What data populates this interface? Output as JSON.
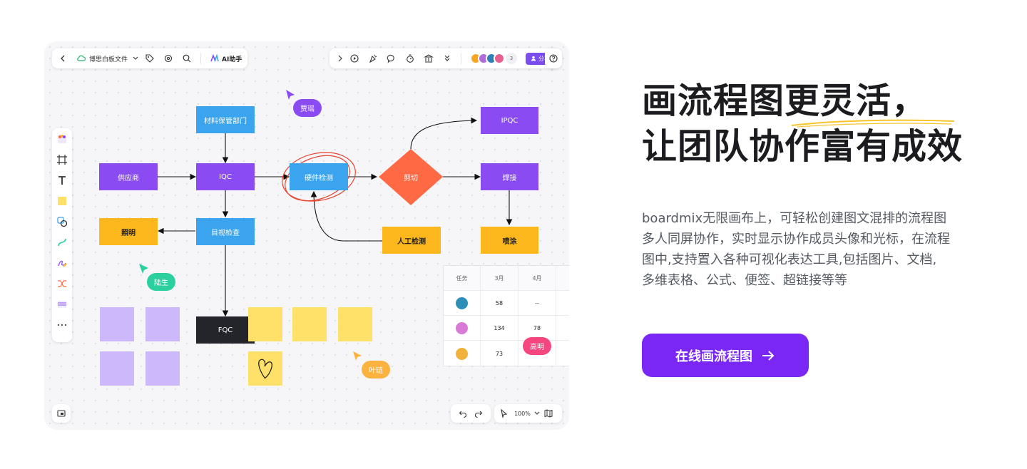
{
  "toolbar": {
    "file_name": "博思白板文件",
    "ai_label": "AI助手",
    "avatar_count": "3",
    "share_label": "分享"
  },
  "flow": {
    "material_dept": "材料保管部门",
    "supplier": "供应商",
    "iqc": "IQC",
    "hardware_check": "硬件检测",
    "cut": "剪切",
    "ipqc": "IPQC",
    "weld": "焊接",
    "lighting": "照明",
    "visual_check": "目视检查",
    "manual_check": "人工检测",
    "spray": "喷涂",
    "fqc": "FQC"
  },
  "cursors": {
    "jia_yao": "贾瑶",
    "lu_sheng": "陆生",
    "gao_ming": "高明",
    "ye_lian": "叶琏"
  },
  "table": {
    "headers": [
      "任务",
      "3月",
      "4月"
    ],
    "rows": [
      {
        "m3": "58",
        "m4": "--"
      },
      {
        "m3": "134",
        "m4": "78"
      },
      {
        "m3": "73",
        "m4": ""
      }
    ]
  },
  "zoom_level": "100%",
  "headline": {
    "line1": "画流程图更灵活，",
    "line2": "让团队协作富有成效"
  },
  "body": {
    "line1": "boardmix无限画布上，可轻松创建图文混排的流程图",
    "line2": "多人同屏协作，实时显示协作成员头像和光标，在流程",
    "line3": "图中,支持置入各种可视化表达工具,包括图片、文档,",
    "line4": "多维表格、公式、便签、超链接等等"
  },
  "cta_label": "在线画流程图",
  "colors": {
    "brand": "#7a26f4",
    "node_purple": "#8a4cf2",
    "node_blue": "#3aa4ee",
    "node_yellow": "#fbb71c",
    "diamond": "#ff6a45"
  }
}
